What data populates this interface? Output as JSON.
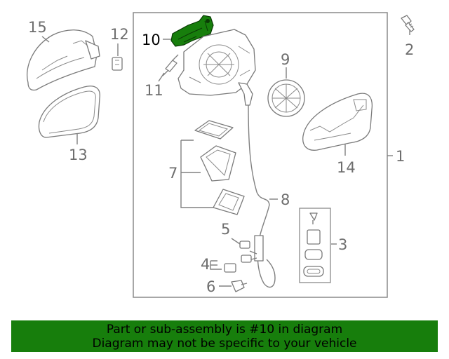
{
  "callouts": {
    "c1": "1",
    "c2": "2",
    "c3": "3",
    "c4": "4",
    "c5": "5",
    "c6": "6",
    "c7": "7",
    "c8": "8",
    "c9": "9",
    "c10": "10",
    "c11": "11",
    "c12": "12",
    "c13": "13",
    "c14": "14",
    "c15": "15"
  },
  "highlight": {
    "part": "10",
    "color": "#177e0c"
  },
  "banner": {
    "line1": "Part or sub-assembly is #10 in diagram",
    "line2": "Diagram may not be specific to your vehicle",
    "color": "#177e0c"
  }
}
